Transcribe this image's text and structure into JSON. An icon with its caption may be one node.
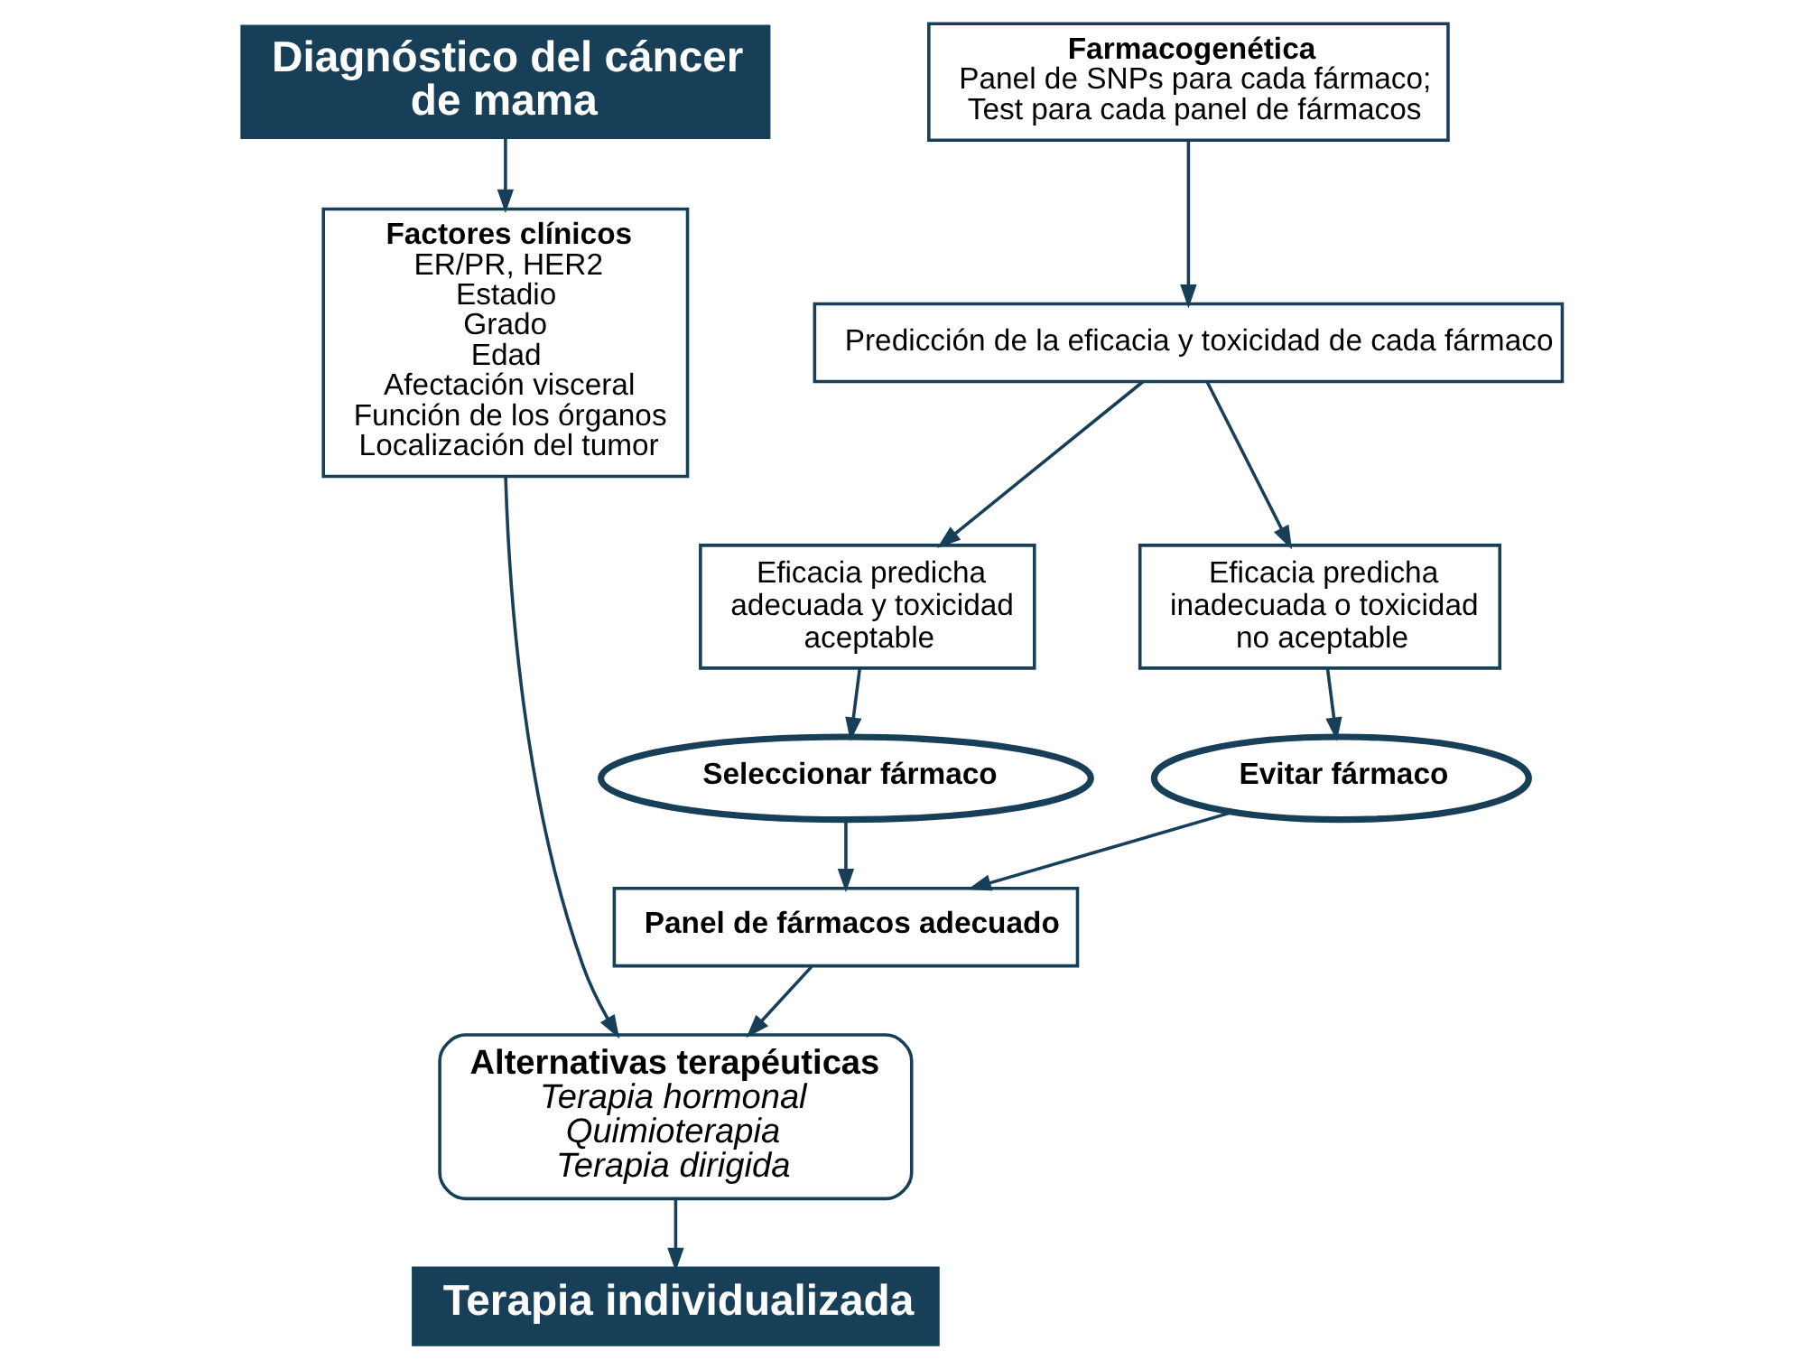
{
  "diagram": {
    "nodes": [
      {
        "text": [
          "Diagnóstico del cáncer de mama"
        ]
      },
      {
        "text": [
          "Farmacogenética",
          "Panel de SNPs para cada fármaco; Test para cada panel de fármacos"
        ]
      },
      {
        "text": [
          "Factores clínicos",
          "ER/PR, HER2",
          "Estadio",
          "Grado",
          "Edad",
          "Afectación visceral",
          "Función de los órganos",
          "Localización del tumor"
        ]
      },
      {
        "text": [
          "Predicción de la eficacia y toxicidad de cada fármaco"
        ]
      },
      {
        "text": [
          "Eficacia predicha adecuada y toxicidad aceptable"
        ]
      },
      {
        "text": [
          "Eficacia predicha inadecuada o toxicidad no aceptable"
        ]
      },
      {
        "text": [
          "Seleccionar fármaco"
        ]
      },
      {
        "text": [
          "Evitar fármaco"
        ]
      },
      {
        "text": [
          "Panel de fármacos adecuado"
        ]
      },
      {
        "text": [
          "Alternativas terapéuticas",
          "Terapia hormonal",
          "Quimioterapia",
          "Terapia dirigida"
        ]
      },
      {
        "text": [
          "Terapia individualizada"
        ]
      }
    ],
    "edges": [
      {
        "from": 0,
        "to": 2,
        "arrow": "to"
      },
      {
        "from": 1,
        "to": 3,
        "arrow": "to"
      },
      {
        "from": 3,
        "to": 4,
        "arrow": "to"
      },
      {
        "from": 3,
        "to": 5,
        "arrow": "to"
      },
      {
        "from": 4,
        "to": 6,
        "arrow": "to"
      },
      {
        "from": 5,
        "to": 7,
        "arrow": "to"
      },
      {
        "from": 6,
        "to": 8,
        "arrow": "to"
      },
      {
        "from": 7,
        "to": 8,
        "arrow": "to"
      },
      {
        "from": 2,
        "to": 9,
        "arrow": "to"
      },
      {
        "from": 8,
        "to": 9,
        "arrow": "to"
      },
      {
        "from": 9,
        "to": 10,
        "arrow": "to"
      }
    ]
  }
}
